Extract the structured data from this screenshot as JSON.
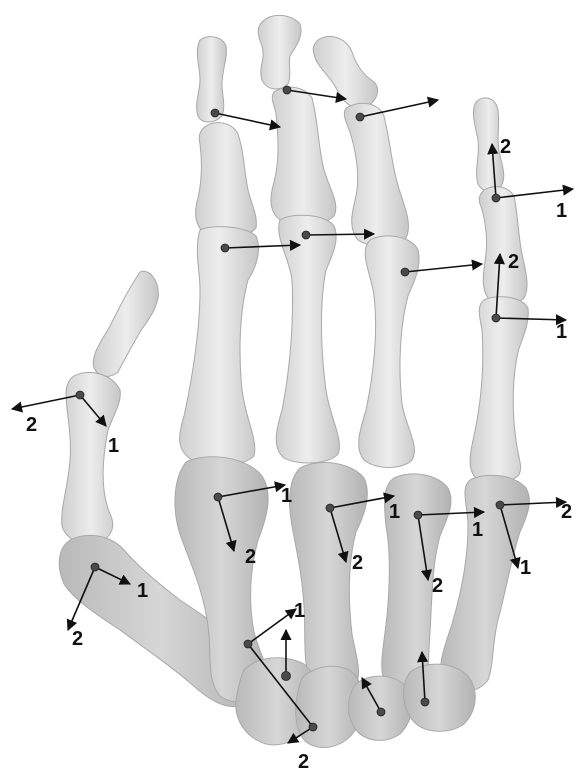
{
  "figure": {
    "background_color": "#ffffff",
    "bone_color": "#e2e2e2",
    "bone_shade_color": "#bdbdbd",
    "arrow_color": "#111111",
    "joint_color": "#444444"
  },
  "labels": {
    "thumb_ip_2": "2",
    "thumb_ip_1": "1",
    "thumb_mcp_1": "1",
    "thumb_mcp_2": "2",
    "index_mcp_1": "1",
    "index_mcp_2": "2",
    "middle_mcp_1": "1",
    "middle_mcp_2": "2",
    "ring_mcp_1": "1",
    "ring_mcp_2": "2",
    "little_mcp_2": "2",
    "little_mcp_1": "1",
    "little_dip_2": "2",
    "little_dip_1": "1",
    "little_pip_2": "2",
    "little_pip_1": "1",
    "cmc_1": "1",
    "cmc_2": "2"
  }
}
